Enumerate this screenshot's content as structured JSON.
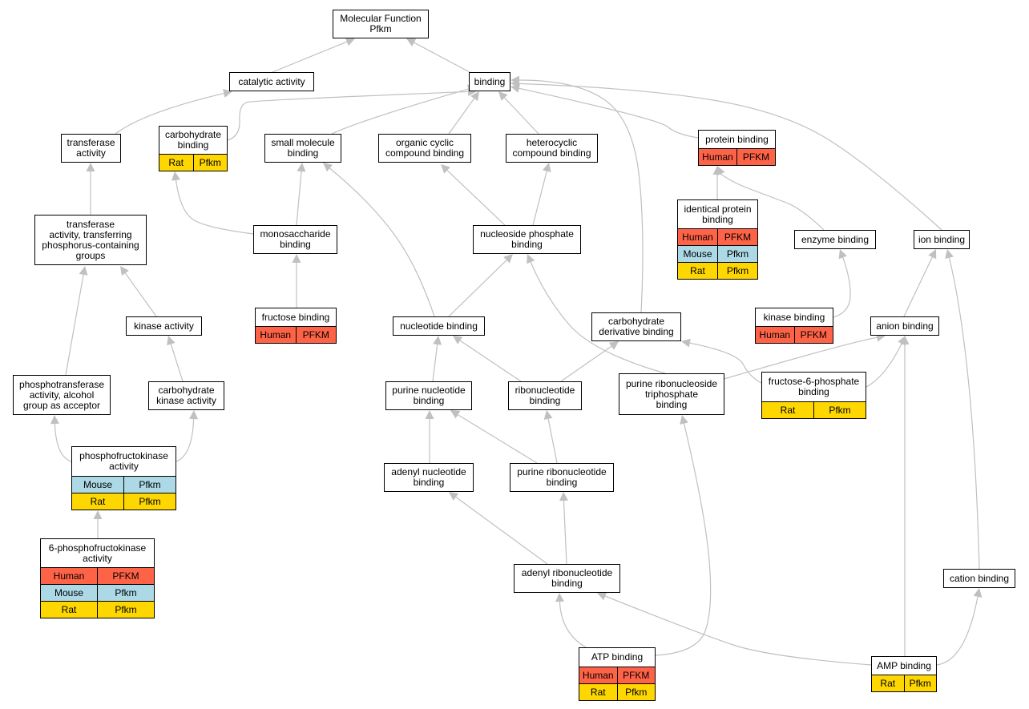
{
  "colors": {
    "edge": "#c0c0c0",
    "Human": "#ff6347",
    "Mouse": "#add8e6",
    "Rat": "#ffd700"
  },
  "nodes": {
    "mf": {
      "label": "Molecular Function\nPfkm"
    },
    "catalytic": {
      "label": "catalytic activity"
    },
    "binding": {
      "label": "binding"
    },
    "transferase": {
      "label": "transferase\nactivity"
    },
    "carb_binding": {
      "label": "carbohydrate\nbinding",
      "rows": [
        [
          "Rat",
          "Pfkm"
        ]
      ]
    },
    "small_mol": {
      "label": "small molecule\nbinding"
    },
    "org_cyclic": {
      "label": "organic cyclic\ncompound binding"
    },
    "hetero": {
      "label": "heterocyclic\ncompound binding"
    },
    "protein_binding": {
      "label": "protein binding",
      "rows": [
        [
          "Human",
          "PFKM"
        ]
      ]
    },
    "transferase_p": {
      "label": "transferase\nactivity, transferring\nphosphorus-containing\ngroups"
    },
    "mono": {
      "label": "monosaccharide\nbinding"
    },
    "nuc_phos": {
      "label": "nucleoside phosphate\nbinding"
    },
    "identical": {
      "label": "identical protein\nbinding",
      "rows": [
        [
          "Human",
          "PFKM"
        ],
        [
          "Mouse",
          "Pfkm"
        ],
        [
          "Rat",
          "Pfkm"
        ]
      ]
    },
    "enzyme": {
      "label": "enzyme binding"
    },
    "ion": {
      "label": "ion binding"
    },
    "kinase_act": {
      "label": "kinase activity"
    },
    "fructose": {
      "label": "fructose binding",
      "rows": [
        [
          "Human",
          "PFKM"
        ]
      ]
    },
    "nucleotide": {
      "label": "nucleotide binding"
    },
    "carb_deriv": {
      "label": "carbohydrate\nderivative binding"
    },
    "kinase_binding": {
      "label": "kinase binding",
      "rows": [
        [
          "Human",
          "PFKM"
        ]
      ]
    },
    "anion": {
      "label": "anion binding"
    },
    "phosphotrans": {
      "label": "phosphotransferase\nactivity, alcohol\ngroup as acceptor"
    },
    "carb_kinase": {
      "label": "carbohydrate\nkinase activity"
    },
    "purine_nuc": {
      "label": "purine nucleotide\nbinding"
    },
    "ribonuc": {
      "label": "ribonucleotide\nbinding"
    },
    "purine_ribonucleoside": {
      "label": "purine ribonucleoside\ntriphosphate\nbinding"
    },
    "f6p": {
      "label": "fructose-6-phosphate\nbinding",
      "rows": [
        [
          "Rat",
          "Pfkm"
        ]
      ]
    },
    "pfk": {
      "label": "phosphofructokinase\nactivity",
      "rows": [
        [
          "Mouse",
          "Pfkm"
        ],
        [
          "Rat",
          "Pfkm"
        ]
      ]
    },
    "adenyl_nuc": {
      "label": "adenyl nucleotide\nbinding"
    },
    "purine_ribonuc": {
      "label": "purine ribonucleotide\nbinding"
    },
    "pfk6": {
      "label": "6-phosphofructokinase\nactivity",
      "rows": [
        [
          "Human",
          "PFKM"
        ],
        [
          "Mouse",
          "Pfkm"
        ],
        [
          "Rat",
          "Pfkm"
        ]
      ]
    },
    "adenyl_ribonuc": {
      "label": "adenyl ribonucleotide\nbinding"
    },
    "cation": {
      "label": "cation binding"
    },
    "atp": {
      "label": "ATP binding",
      "rows": [
        [
          "Human",
          "PFKM"
        ],
        [
          "Rat",
          "Pfkm"
        ]
      ]
    },
    "amp": {
      "label": "AMP binding",
      "rows": [
        [
          "Rat",
          "Pfkm"
        ]
      ]
    }
  }
}
